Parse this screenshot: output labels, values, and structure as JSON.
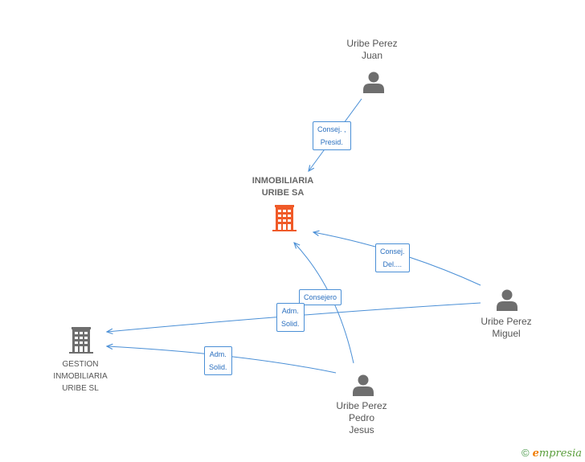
{
  "colors": {
    "edge": "#4a8fd6",
    "person_icon": "#6e6e6e",
    "company_main_icon": "#f05a28",
    "company_other_icon": "#6e6e6e"
  },
  "nodes": {
    "juan": {
      "line1": "Uribe Perez",
      "line2": "Juan",
      "icon": "person-icon"
    },
    "miguel": {
      "line1": "Uribe Perez",
      "line2": "Miguel",
      "icon": "person-icon"
    },
    "pedro": {
      "line1": "Uribe Perez",
      "line2": "Pedro",
      "line3": "Jesus",
      "icon": "person-icon"
    },
    "inmobiliaria": {
      "line1": "INMOBILIARIA",
      "line2": "URIBE SA",
      "icon": "building-icon"
    },
    "gestion": {
      "line1": "GESTION",
      "line2": "INMOBILIARIA",
      "line3": "URIBE SL",
      "icon": "building-icon"
    }
  },
  "edges": {
    "juan_inmo": {
      "line1": "Consej. ,",
      "line2": "Presid."
    },
    "miguel_inmo": {
      "line1": "Consej.",
      "line2": "Del...."
    },
    "pedro_inmo": {
      "line1": "Consejero"
    },
    "miguel_gestion": {
      "line1": "Adm.",
      "line2": "Solid."
    },
    "pedro_gestion": {
      "line1": "Adm.",
      "line2": "Solid."
    }
  },
  "brand": {
    "copyright": "©",
    "logo_e": "e",
    "logo_rest": "mpresia"
  }
}
